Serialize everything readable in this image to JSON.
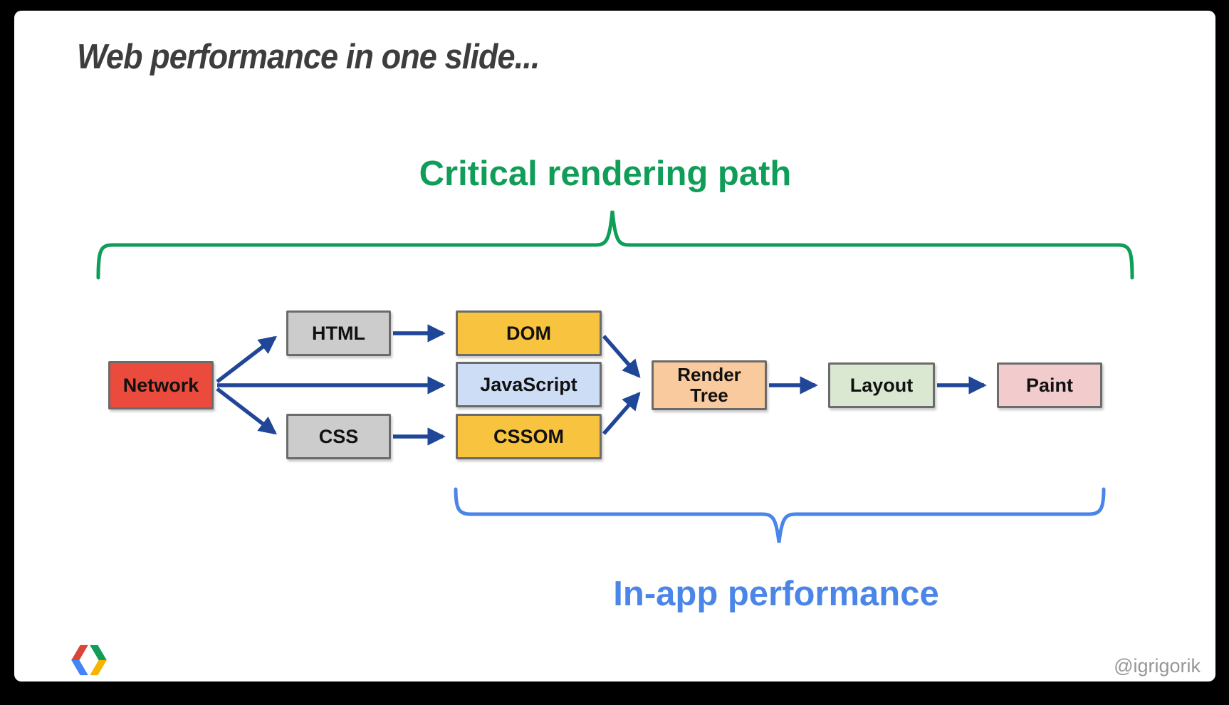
{
  "slide": {
    "title": "Web performance in one slide...",
    "footer_handle": "@igrigorik",
    "logo_icon": "google-developers-chevrons",
    "background_color": "#FFFFFF",
    "frame_color": "#000000"
  },
  "annotations": {
    "critical_rendering_path": {
      "label": "Critical rendering path",
      "color": "#0F9D58",
      "brace": "spans Network through Paint, opens downward"
    },
    "in_app_performance": {
      "label": "In-app performance",
      "color": "#4A86E8",
      "brace": "spans DOM/CSSOM column through Paint, opens upward"
    }
  },
  "diagram": {
    "arrow_color": "#1F4697",
    "node_border_color": "#6b6b6b",
    "nodes": [
      {
        "id": "network",
        "label": "Network",
        "fill": "#EA4B3D"
      },
      {
        "id": "html",
        "label": "HTML",
        "fill": "#CCCCCC"
      },
      {
        "id": "css",
        "label": "CSS",
        "fill": "#CCCCCC"
      },
      {
        "id": "dom",
        "label": "DOM",
        "fill": "#F8C440"
      },
      {
        "id": "javascript",
        "label": "JavaScript",
        "fill": "#CDDDF6"
      },
      {
        "id": "cssom",
        "label": "CSSOM",
        "fill": "#F8C440"
      },
      {
        "id": "render-tree",
        "label": "Render Tree",
        "fill": "#F8CA9E"
      },
      {
        "id": "layout",
        "label": "Layout",
        "fill": "#DAE8D2"
      },
      {
        "id": "paint",
        "label": "Paint",
        "fill": "#F2CCCC"
      }
    ],
    "edges": [
      {
        "from": "Network",
        "to": "HTML"
      },
      {
        "from": "Network",
        "to": "JavaScript"
      },
      {
        "from": "Network",
        "to": "CSS"
      },
      {
        "from": "HTML",
        "to": "DOM"
      },
      {
        "from": "CSS",
        "to": "CSSOM"
      },
      {
        "from": "DOM",
        "to": "Render Tree"
      },
      {
        "from": "CSSOM",
        "to": "Render Tree"
      },
      {
        "from": "Render Tree",
        "to": "Layout"
      },
      {
        "from": "Layout",
        "to": "Paint"
      }
    ],
    "logo_colors": {
      "red": "#DB4437",
      "blue": "#4285F4",
      "green": "#0F9D58",
      "yellow": "#F4B400"
    }
  }
}
